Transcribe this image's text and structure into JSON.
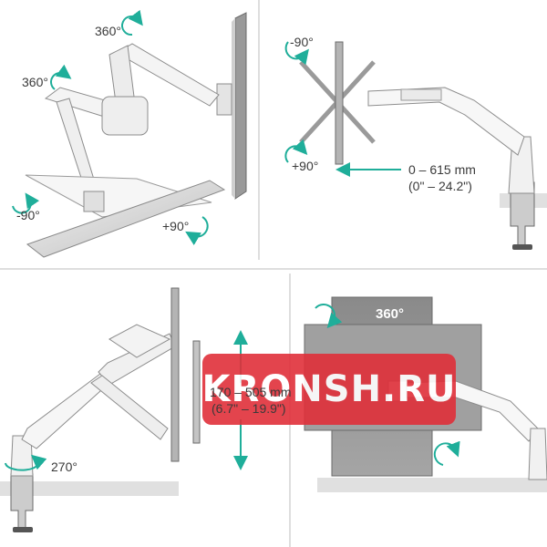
{
  "labels": {
    "tl_rotate_top": "360°",
    "tl_rotate_mid": "360°",
    "tl_tilt_left": "-90°",
    "tl_tilt_right": "+90°",
    "tr_tilt_up": "-90°",
    "tr_tilt_down": "+90°",
    "tr_depth_mm": "0 – 615 mm",
    "tr_depth_in": "(0\" – 24.2\")",
    "bl_height_mm": "170 – 505 mm",
    "bl_height_in": "(6.7\" – 19.9\")",
    "bl_swivel": "270°",
    "br_rotate": "360°"
  },
  "watermark": {
    "text": "KRONSH.RU",
    "color": "#e0303a"
  },
  "colors": {
    "accent": "#1fae9a",
    "frame": "#6b6b6b",
    "divider": "#bdbdbd",
    "metal": "#dcdcdc"
  },
  "icons": {
    "rotate": "circular-arrow-icon",
    "height": "double-arrow-vertical-icon",
    "depth": "arrow-left-icon"
  }
}
